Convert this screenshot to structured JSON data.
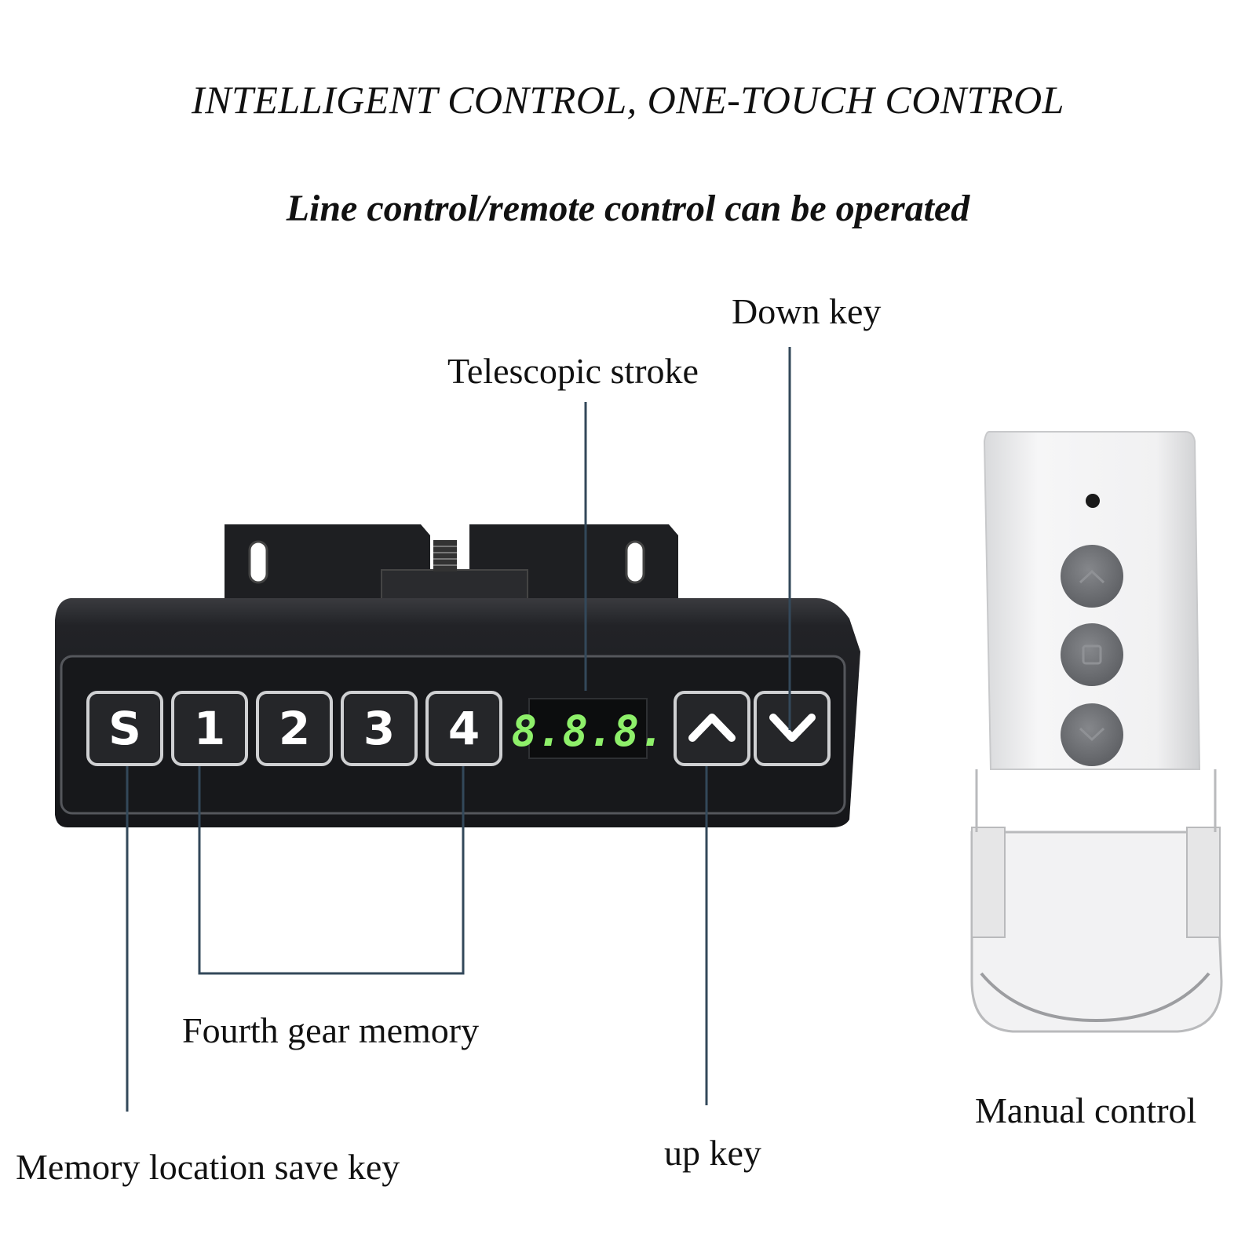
{
  "header": {
    "title": "INTELLIGENT CONTROL, ONE-TOUCH CONTROL",
    "subtitle": "Line control/remote control can be operated"
  },
  "callouts": {
    "down_key": "Down key",
    "telescopic_stroke": "Telescopic stroke",
    "fourth_gear_memory": "Fourth gear memory",
    "manual_control": "Manual control",
    "up_key": "up key",
    "memory_save_key": "Memory location save key"
  },
  "controller": {
    "keys": [
      "S",
      "1",
      "2",
      "3",
      "4"
    ],
    "display": "8.8.8.",
    "display_color": "#8ef06a",
    "body_color": "#1c1d20"
  },
  "remote": {
    "body_color": "#f3f3f4",
    "button_color": "#6c6e72",
    "buttons": [
      "up-arrow-icon",
      "stop-square-icon",
      "down-arrow-icon"
    ]
  },
  "leader_color": "#33485a"
}
